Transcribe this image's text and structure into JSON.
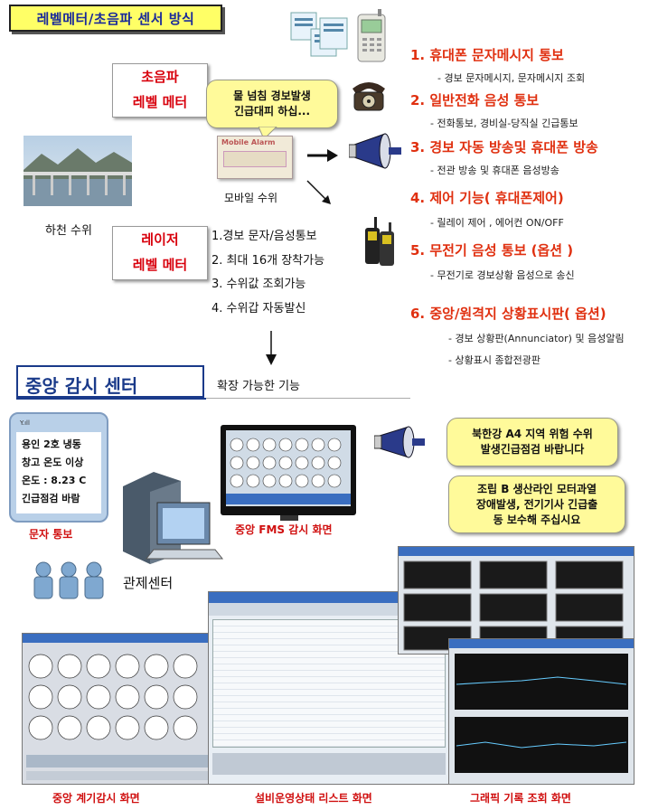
{
  "title": "레벨메터/초음파 센서 방식",
  "ultrasonic_label": [
    "초음파",
    "레벨 메터"
  ],
  "laser_label": [
    "레이저",
    "레벨 메터"
  ],
  "river_caption": "하천 수위",
  "mobile_caption": "모바일 수위",
  "mobile_alarm_device_text": "Mobile Alarm",
  "alert_bubble": [
    "물 넘침 경보발생",
    "긴급대피 하십..."
  ],
  "features_left": [
    "1.경보 문자/음성통보",
    "2. 최대 16개 장착가능",
    "3. 수위값 조회가능",
    "4. 수위갑 자동발신"
  ],
  "features_right": [
    {
      "title": "1. 휴대폰 문자메시지 통보",
      "subs": [
        "- 경보 문자메시지, 문자메시지 조회"
      ]
    },
    {
      "title": "2. 일반전화 음성 통보",
      "subs": [
        "- 전화통보, 경비실-당직실 긴급통보"
      ]
    },
    {
      "title": "3. 경보 자동 방송및 휴대폰 방송",
      "subs": [
        "- 전관 방송 및 휴대폰 음성방송"
      ]
    },
    {
      "title": "4. 제어 기능( 휴대폰제어)",
      "subs": [
        "- 릴레이 제어 , 에어컨 ON/OFF"
      ]
    },
    {
      "title": "5. 무전기 음성 통보 (옵션 )",
      "subs": [
        "- 무전기로 경보상황 음성으로 송신"
      ]
    },
    {
      "title": "6. 중앙/원격지 상황표시판( 옵션)",
      "subs": [
        "- 경보 상황판(Annunciator) 및 음성알림",
        "- 상황표시 종합전광판"
      ]
    }
  ],
  "center_title": "중앙 감시 센터",
  "center_subtitle": "확장 가능한 기능",
  "phone_message": [
    "용인 2호 냉동",
    "창고 온도 이상",
    "온도 : 8.23 C",
    "긴급점검 바람"
  ],
  "phone_caption": "문자 통보",
  "fms_caption": "중앙 FMS 감시 화면",
  "control_center_caption": "관제센터",
  "speaker_bubble_1": [
    "북한강 A4 지역 위험 수위",
    "발생긴급점검 바랍니다"
  ],
  "speaker_bubble_2": [
    "조립 B 생산라인 모터과열",
    "장애발생, 전기기사 긴급출",
    "동 보수해 주십시요"
  ],
  "bottom_captions": [
    "중앙 계기감시 화면",
    "설비운영상태 리스트 화면",
    "그래픽 기록 조회 화면"
  ],
  "colors": {
    "title_bg": "#ffff66",
    "title_text": "#1a2a9a",
    "accent_red": "#d8000c",
    "item_orange": "#e03010",
    "bubble_bg": "#fffa9a"
  }
}
